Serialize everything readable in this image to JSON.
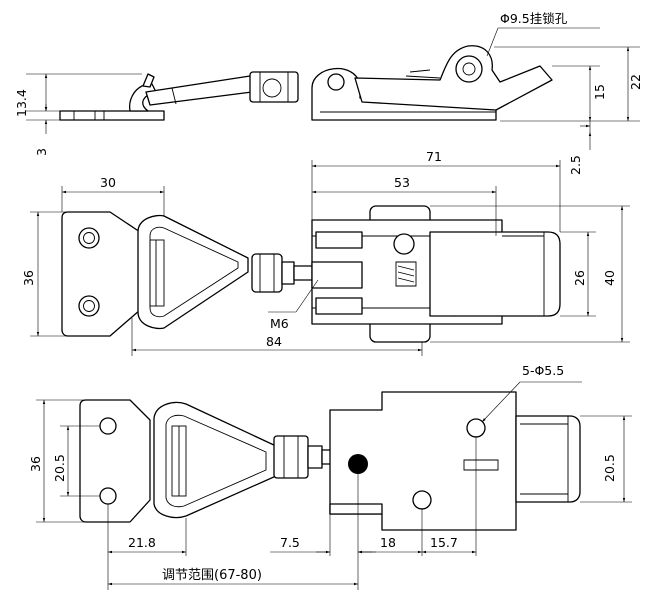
{
  "dimensions": {
    "hole_note": "Φ9.5挂锁孔",
    "d_22": "22",
    "d_15": "15",
    "d_13_4": "13.4",
    "d_3": "3",
    "d_2_5": "2.5",
    "d_71": "71",
    "d_53": "53",
    "d_30": "30",
    "d_36_mid": "36",
    "d_26": "26",
    "d_40": "40",
    "d_m6": "M6",
    "d_84": "84",
    "d_5_holes": "5-Φ5.5",
    "d_36_bot": "36",
    "d_20_5_left": "20.5",
    "d_20_5_right": "20.5",
    "d_21_8": "21.8",
    "d_7_5": "7.5",
    "d_18": "18",
    "d_15_7": "15.7",
    "d_range": "调节范围(67-80)"
  }
}
